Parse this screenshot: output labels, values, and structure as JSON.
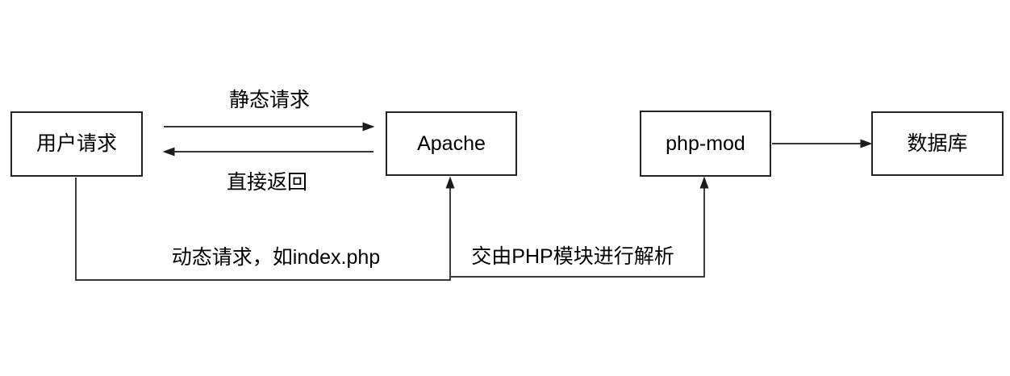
{
  "diagram": {
    "background_color": "#ffffff",
    "stroke_color": "#1c1c1c",
    "text_color": "#000000",
    "nodes": [
      {
        "id": "user-request",
        "label": "用户请求"
      },
      {
        "id": "apache",
        "label": "Apache"
      },
      {
        "id": "php-mod",
        "label": "php-mod"
      },
      {
        "id": "database",
        "label": "数据库"
      }
    ],
    "edges": [
      {
        "from": "user-request",
        "to": "apache",
        "label": "静态请求",
        "style": "straight-arrow-right"
      },
      {
        "from": "apache",
        "to": "user-request",
        "label": "直接返回",
        "style": "straight-arrow-left"
      },
      {
        "from": "user-request",
        "to": "apache",
        "label": "动态请求，如index.php",
        "style": "elbow-bottom-arrow-up"
      },
      {
        "from": "apache",
        "to": "php-mod",
        "label": "交由PHP模块进行解析",
        "style": "elbow-bottom-arrow-up"
      },
      {
        "from": "php-mod",
        "to": "database",
        "label": "",
        "style": "straight-arrow-right"
      }
    ]
  }
}
